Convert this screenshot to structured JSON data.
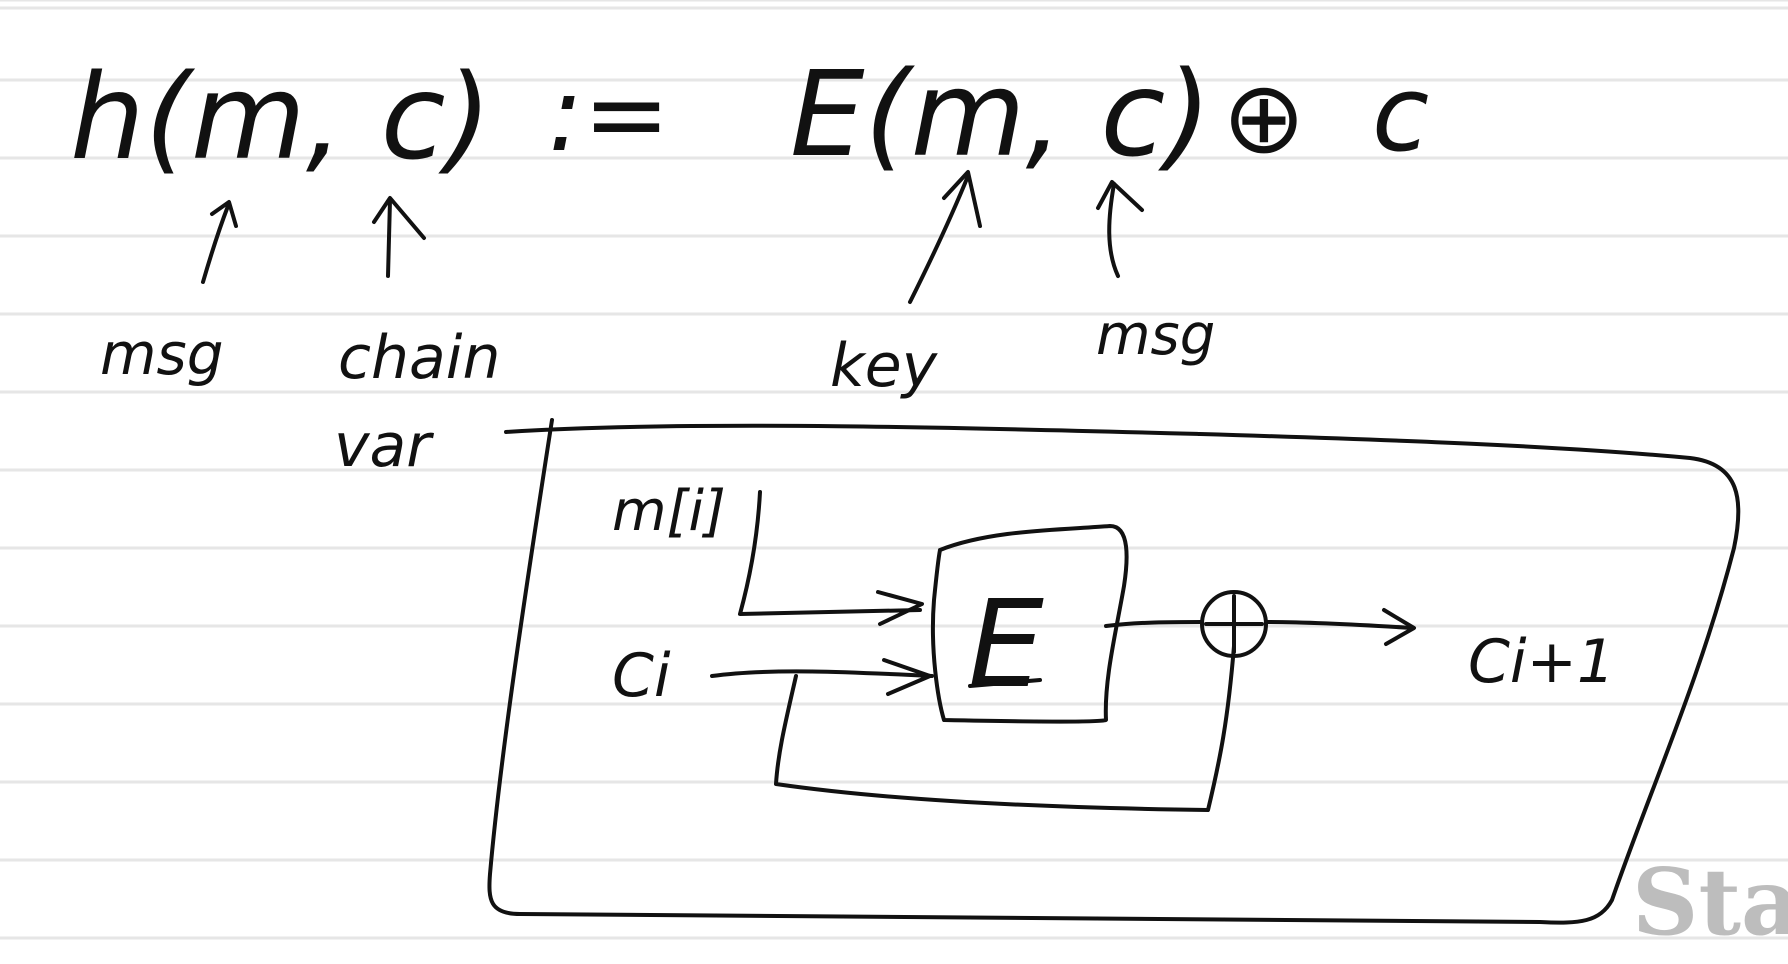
{
  "colors": {
    "background": "#ffffff",
    "rule_line": "#e6e6e6",
    "ink": "#111111",
    "watermark": "#bdbdbd"
  },
  "formula": {
    "lhs": "h(m, c)",
    "assign": ":=",
    "rhs_cipher": "E(m, c)",
    "xor_symbol": "⊕",
    "rhs_tail": "c"
  },
  "annotations": {
    "msg_left": "msg",
    "chain_var_line1": "chain",
    "chain_var_line2": "var",
    "key": "key",
    "msg_right": "msg"
  },
  "diagram": {
    "input_block": "m[i]",
    "input_chain": "Ci",
    "cipher_box": "E",
    "output_chain": "Ci+1",
    "xor_symbol": "⊕"
  },
  "watermark": "Stan"
}
